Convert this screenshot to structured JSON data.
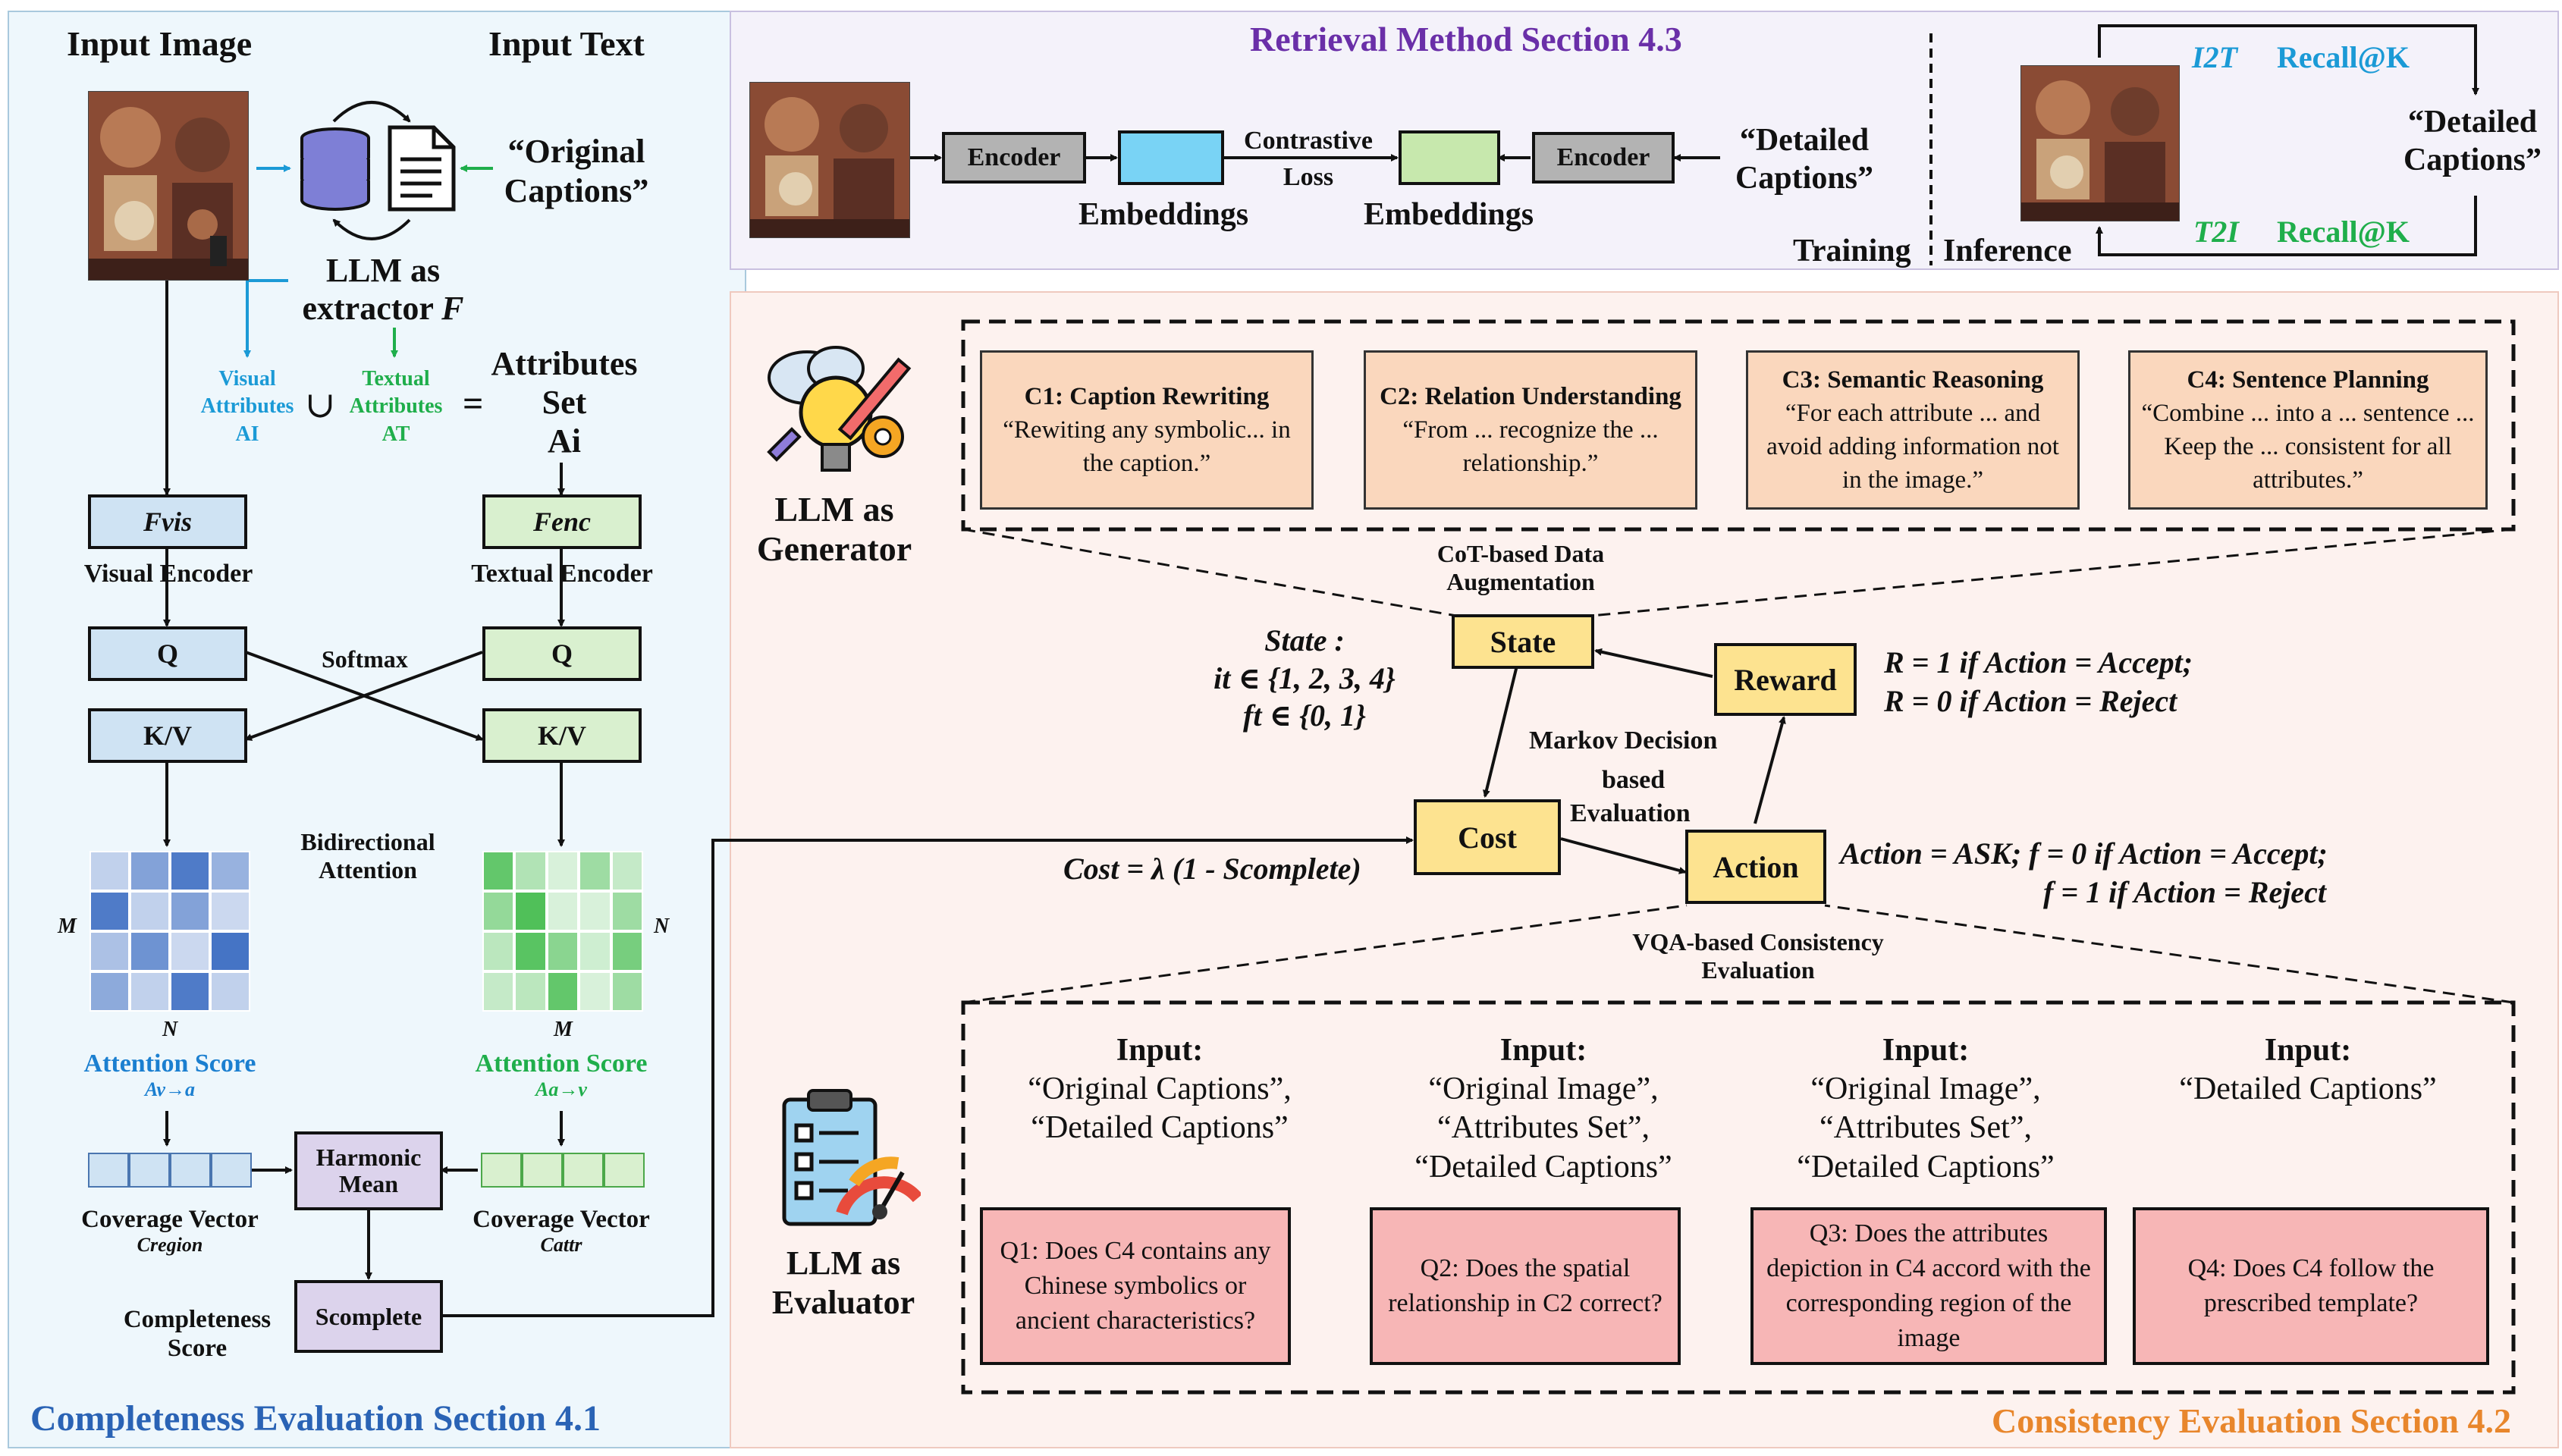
{
  "completeness": {
    "input_image": "Input Image",
    "input_text": "Input Text",
    "original_captions": "“Original Captions”",
    "llm_extractor": "LLM as",
    "llm_extractor_2": "extractor",
    "extractor_symbol": "F",
    "visual_attributes": "Visual Attributes",
    "visual_attr_symbol": "AI",
    "union_symbol": "∪",
    "textual_attributes": "Textual Attributes",
    "textual_attr_symbol": "AT",
    "equals": "=",
    "attributes_set": "Attributes Set",
    "attributes_set_symbol": "Ai",
    "fvis": "Fvis",
    "fenc": "Fenc",
    "visual_encoder": "Visual Encoder",
    "textual_encoder": "Textual Encoder",
    "q_left": "Q",
    "q_right": "Q",
    "softmax": "Softmax",
    "kv_left": "K/V",
    "kv_right": "K/V",
    "bidirectional_attention": "Bidirectional Attention",
    "m_left": "M",
    "n_left": "N",
    "m_right": "M",
    "n_right": "N",
    "attention_score_left": "Attention Score",
    "attention_symbol_left": "Av→a",
    "attention_score_right": "Attention Score",
    "attention_symbol_right": "Aa→v",
    "harmonic_mean": "Harmonic Mean",
    "coverage_vector_left": "Coverage Vector",
    "coverage_symbol_left": "Cregion",
    "coverage_vector_right": "Coverage Vector",
    "coverage_symbol_right": "Cattr",
    "completeness_score": "Completeness Score",
    "scomplete": "Scomplete",
    "section_title": "Completeness Evaluation Section 4.1"
  },
  "retrieval": {
    "title": "Retrieval Method Section 4.3",
    "encoder_left": "Encoder",
    "encoder_right": "Encoder",
    "contrastive": "Contrastive",
    "loss": "Loss",
    "embeddings_left": "Embeddings",
    "embeddings_right": "Embeddings",
    "detailed_captions": "“Detailed Captions”",
    "training": "Training",
    "inference": "Inference",
    "i2t": "I2T",
    "t2i": "T2I",
    "recall_top": "Recall@K",
    "recall_bottom": "Recall@K",
    "detailed_captions_right": "“Detailed Captions”"
  },
  "generator": {
    "label": "LLM as Generator",
    "c1_title": "C1: Caption Rewriting",
    "c1_text": "“Rewiting any symbolic... in the caption.”",
    "c2_title": "C2: Relation Understanding",
    "c2_text": "“From ... recognize the ... relationship.”",
    "c3_title": "C3: Semantic Reasoning",
    "c3_text": "“For each attribute ... and avoid adding information not in the image.”",
    "c4_title": "C4: Sentence Planning",
    "c4_text": "“Combine ...  into a ... sentence ... Keep the ... consistent for all attributes.”",
    "cot_label": "CoT-based Data Augmentation"
  },
  "mdp": {
    "state": "State",
    "reward": "Reward",
    "cost": "Cost",
    "action": "Action",
    "state_desc": "State :",
    "state_i": "it ∈ {1, 2, 3, 4}",
    "state_f": "ft ∈ {0, 1}",
    "reward_desc_1": "R = 1 if Action = Accept;",
    "reward_desc_2": "R = 0 if Action = Reject",
    "markov": "Markov Decision",
    "based": "based",
    "evaluation": "Evaluation",
    "cost_formula": "Cost = λ (1 - Scomplete)",
    "action_desc_1": "Action = ASK; f = 0 if Action = Accept;",
    "action_desc_2": "f = 1 if Action = Reject",
    "vqa_label": "VQA-based Consistency Evaluation"
  },
  "evaluator": {
    "label": "LLM as Evaluator",
    "inputs": [
      {
        "title": "Input:",
        "lines": [
          "“Original Captions”,",
          "“Detailed Captions”"
        ]
      },
      {
        "title": "Input:",
        "lines": [
          "“Original Image”,",
          "“Attributes Set”,",
          "“Detailed Captions”"
        ]
      },
      {
        "title": "Input:",
        "lines": [
          "“Original Image”,",
          "“Attributes Set”,",
          "“Detailed Captions”"
        ]
      },
      {
        "title": "Input:",
        "lines": [
          "“Detailed Captions”"
        ]
      }
    ],
    "q1": "Q1: Does C4 contains any Chinese symbolics or ancient characteristics?",
    "q2": "Q2: Does the spatial relationship in C2 correct?",
    "q3": "Q3: Does the attributes depiction in C4 accord with the corresponding region of the image",
    "q4": "Q4: Does C4 follow the prescribed template?",
    "section_title": "Consistency Evaluation Section 4.2"
  },
  "colors": {
    "blue_accent": "#1b9ad6",
    "green_accent": "#1fae4b",
    "purple_title": "#6a2fa8",
    "orange_title": "#e8862c",
    "section_blue": "#2a63b5"
  },
  "attention_left_cells": [
    0.3,
    0.6,
    0.85,
    0.5,
    0.85,
    0.3,
    0.6,
    0.25,
    0.4,
    0.7,
    0.25,
    0.9,
    0.55,
    0.3,
    0.85,
    0.3
  ],
  "attention_right_cells": [
    0.8,
    0.4,
    0.2,
    0.5,
    0.3,
    0.55,
    0.9,
    0.2,
    0.2,
    0.5,
    0.35,
    0.85,
    0.6,
    0.25,
    0.7,
    0.3,
    0.35,
    0.8,
    0.2,
    0.5
  ]
}
